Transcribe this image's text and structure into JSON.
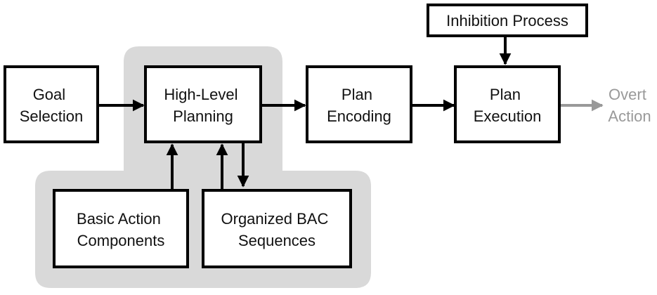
{
  "colors": {
    "box_border": "#000000",
    "box_fill": "#ffffff",
    "text": "#111111",
    "region_fill": "#d9d9d9",
    "output_gray": "#999999"
  },
  "nodes": {
    "goal_selection": [
      "Goal",
      "Selection"
    ],
    "high_level_planning": [
      "High-Level",
      "Planning"
    ],
    "plan_encoding": [
      "Plan",
      "Encoding"
    ],
    "plan_execution": [
      "Plan",
      "Execution"
    ],
    "inhibition_process": [
      "Inhibition Process"
    ],
    "basic_action_components": [
      "Basic Action",
      "Components"
    ],
    "organized_bac_sequences": [
      "Organized BAC",
      "Sequences"
    ],
    "overt_action": [
      "Overt",
      "Action"
    ]
  }
}
